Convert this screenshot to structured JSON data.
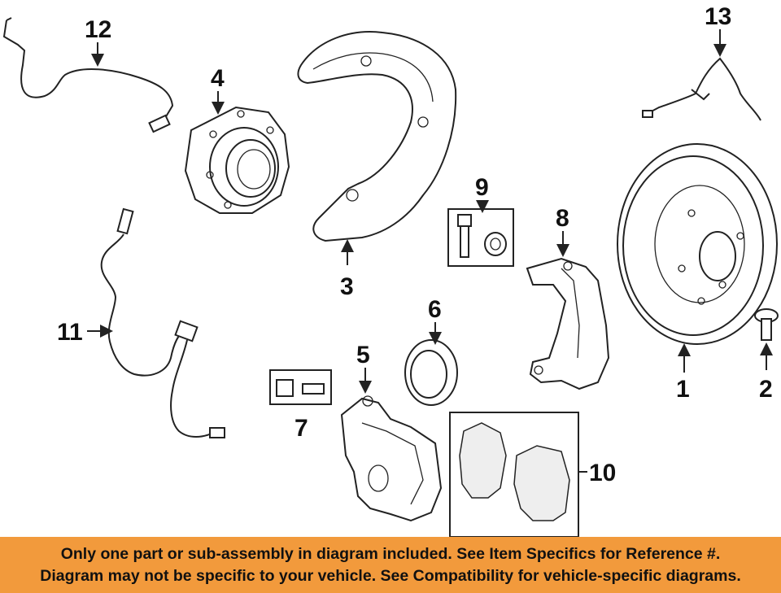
{
  "callouts": {
    "c1": "1",
    "c2": "2",
    "c3": "3",
    "c4": "4",
    "c5": "5",
    "c6": "6",
    "c7": "7",
    "c8": "8",
    "c9": "9",
    "c10": "10",
    "c11": "11",
    "c12": "12",
    "c13": "13"
  },
  "parts": {
    "p1": "brake-rotor",
    "p2": "rotor-screw",
    "p3": "splash-shield",
    "p4": "hub-bearing",
    "p5": "brake-caliper",
    "p6": "caliper-boot-seal",
    "p7": "bleeder-kit",
    "p8": "caliper-bracket",
    "p9": "bolt-kit",
    "p10": "brake-pads",
    "p11": "abs-sensor",
    "p12": "wear-sensor-front",
    "p13": "wear-sensor-rear"
  },
  "banner": {
    "line1": "Only one part or sub-assembly in diagram included. See Item Specifics for Reference #.",
    "line2": "Diagram may not be specific to your vehicle. See Compatibility for vehicle-specific diagrams."
  },
  "colors": {
    "banner_bg": "#f29a3c",
    "line": "#222222",
    "background": "#ffffff"
  }
}
